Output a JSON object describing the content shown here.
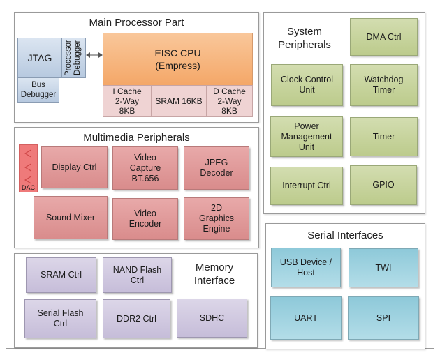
{
  "main_processor": {
    "title": "Main Processor Part",
    "jtag": "JTAG",
    "processor_debugger": "Processor Debugger",
    "bus_debugger": "Bus\nDebugger",
    "cpu": "EISC CPU\n(Empress)",
    "icache": "I Cache\n2-Way\n8KB",
    "sram": "SRAM 16KB",
    "dcache": "D Cache\n2-Way\n8KB",
    "connector": "bidirectional-arrow"
  },
  "multimedia": {
    "title": "Multimedia Peripherals",
    "dac_label": "DAC",
    "blocks": [
      "Display Ctrl",
      "Video\nCapture\nBT.656",
      "JPEG\nDecoder",
      "Sound Mixer",
      "Video\nEncoder",
      "2D\nGraphics\nEngine"
    ]
  },
  "memory": {
    "title": "Memory\nInterface",
    "blocks": [
      "SRAM Ctrl",
      "NAND Flash\nCtrl",
      "Serial Flash\nCtrl",
      "DDR2 Ctrl",
      "SDHC"
    ]
  },
  "system": {
    "title": "System\nPeripherals",
    "blocks": [
      "DMA Ctrl",
      "Clock Control\nUnit",
      "Watchdog\nTimer",
      "Power\nManagement\nUnit",
      "Timer",
      "Interrupt Ctrl",
      "GPIO"
    ]
  },
  "serial": {
    "title": "Serial Interfaces",
    "blocks": [
      "USB Device /\nHost",
      "TWI",
      "UART",
      "SPI"
    ]
  },
  "colors": {
    "multimedia": "#d98c8c",
    "system": "#bccb8c",
    "memory": "#c6bdd9",
    "serial": "#a3d4e1",
    "cpu": "#f4a768",
    "cache": "#efd3d3",
    "debug": "#b7c9df"
  }
}
